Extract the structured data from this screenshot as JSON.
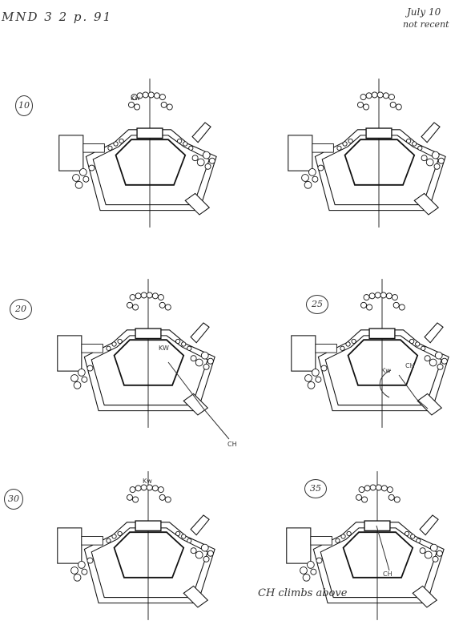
{
  "header": {
    "page_ref": "MND 3 2 p. 91",
    "date": "July 10",
    "status": "not recent"
  },
  "diagrams": [
    {
      "step": "10",
      "labels": [
        "Kw"
      ]
    },
    {
      "step": "",
      "labels": []
    },
    {
      "step": "20",
      "labels": [
        "KW",
        "CH"
      ]
    },
    {
      "step": "25",
      "labels": [
        "Kw",
        "CH"
      ]
    },
    {
      "step": "30",
      "labels": [
        "Kw"
      ]
    },
    {
      "step": "35",
      "labels": [
        "CH"
      ]
    }
  ],
  "footer_note": "CH climbs above",
  "colors": {
    "ink": "#111111",
    "pencil": "#333333"
  }
}
